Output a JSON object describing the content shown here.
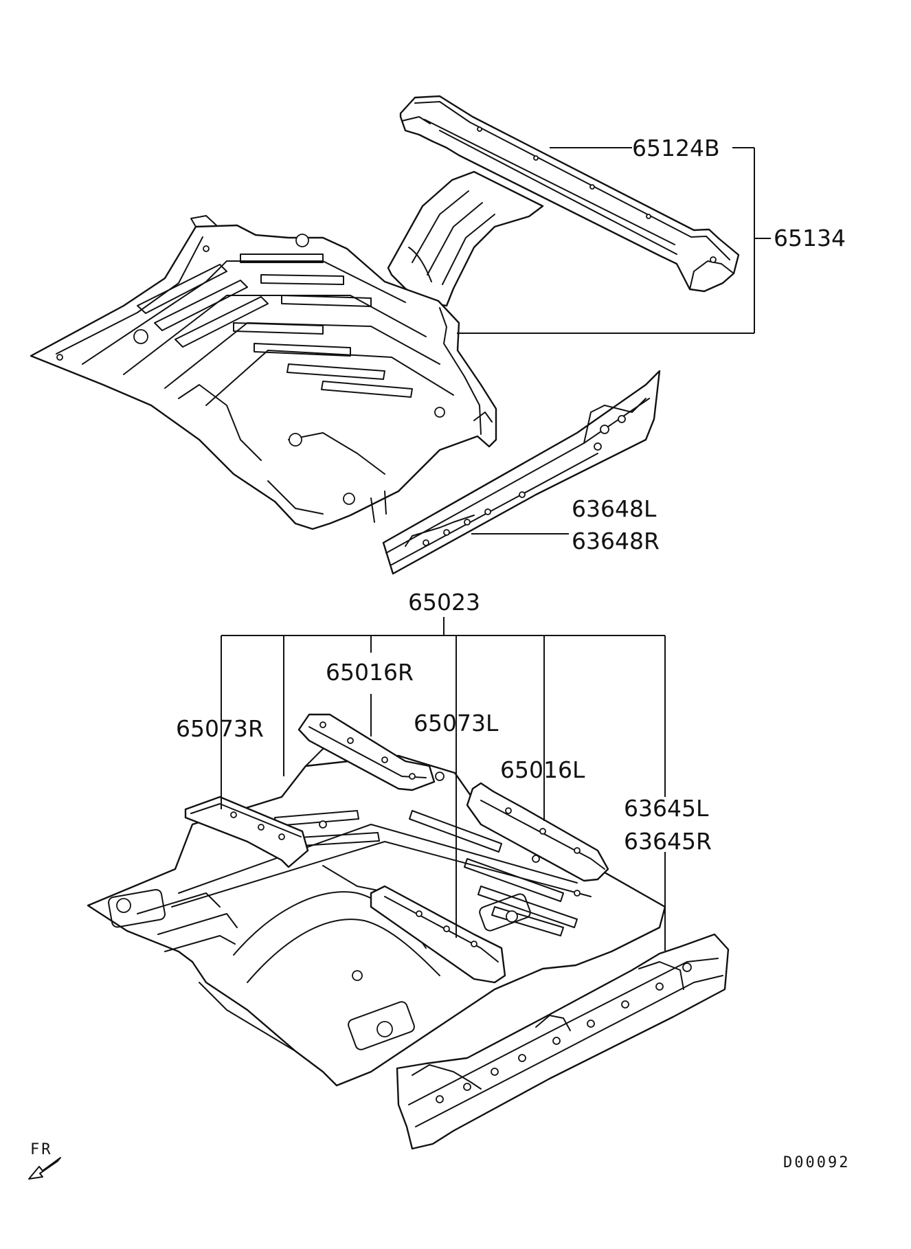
{
  "labels": {
    "rear_crossmember": "65124B",
    "rear_floor_assy": "65134",
    "rear_side_sill_l": "63648L",
    "rear_side_sill_r": "63648R",
    "front_floor_assy": "65023",
    "front_floor_crossmember_r": "65016R",
    "front_floor_side_member_r": "65073R",
    "front_floor_side_member_l": "65073L",
    "front_floor_crossmember_l": "65016L",
    "front_side_sill_l": "63645L",
    "front_side_sill_r": "63645R"
  },
  "direction_label": "FR",
  "diagram_code": "D00092"
}
